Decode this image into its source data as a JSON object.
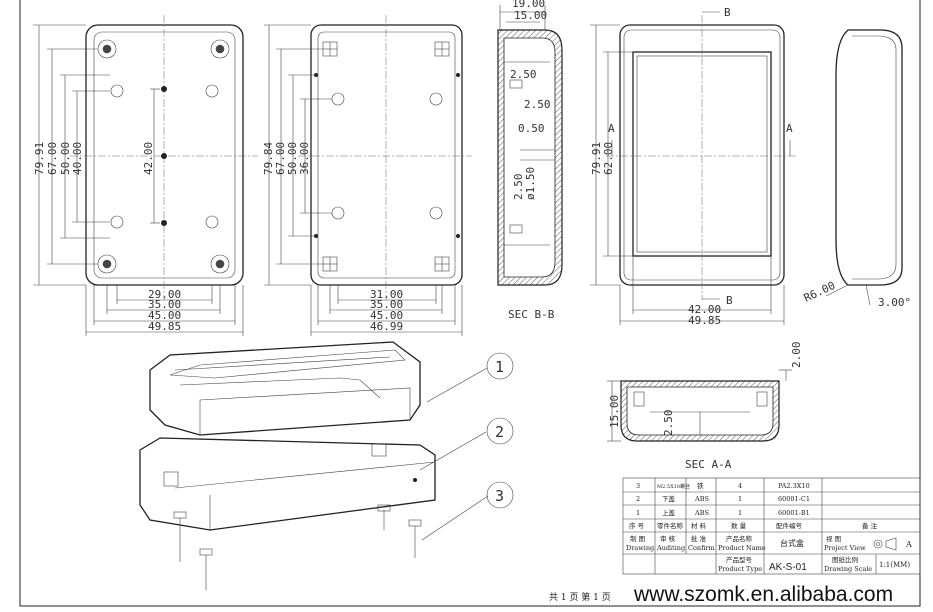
{
  "top_view": {
    "heights": [
      "79.91",
      "67.00",
      "50.00",
      "40.00"
    ],
    "hole_spacing": "42.00",
    "widths": [
      "29.00",
      "35.00",
      "45.00",
      "49.85"
    ]
  },
  "bottom_view": {
    "heights": [
      "79.84",
      "67.00",
      "50.00",
      "36.00"
    ],
    "widths": [
      "31.00",
      "35.00",
      "45.00",
      "46.99"
    ]
  },
  "section_bb": {
    "top": [
      "19.00",
      "15.00"
    ],
    "labels": [
      "2.50",
      "2.50",
      "0.50",
      "2.50",
      "ø1.50"
    ],
    "title": "SEC B-B"
  },
  "front_view": {
    "heights": [
      "79.91",
      "62.00"
    ],
    "widths": [
      "42.00",
      "49.85"
    ],
    "marker_a": "A",
    "marker_b": "B"
  },
  "side_view": {
    "radius": "R6.00",
    "angle": "3.00°"
  },
  "section_aa": {
    "wall": "2.00",
    "height": "15.00",
    "inner": "2.50",
    "title": "SEC A-A"
  },
  "balloons": [
    "1",
    "2",
    "3"
  ],
  "bom": {
    "rows": [
      {
        "no": "3",
        "name": "M2.5X10螺丝",
        "material": "铁",
        "qty": "4",
        "part": "PA2.3X10"
      },
      {
        "no": "2",
        "name": "下盖",
        "material": "ABS",
        "qty": "1",
        "part": "60001-C1"
      },
      {
        "no": "1",
        "name": "上盖",
        "material": "ABS",
        "qty": "1",
        "part": "60001-B1"
      }
    ],
    "header": {
      "no": "序 号",
      "name": "零件名称",
      "material": "材 料",
      "qty": "数 量",
      "part": "配件编号",
      "note": "备 注"
    }
  },
  "title_block": {
    "drawing_cn": "制 图",
    "drawing_en": "Drawing",
    "audit_cn": "审 核",
    "audit_en": "Auditing",
    "confirm_cn": "批 准",
    "confirm_en": "Confirm",
    "pname_cn": "产品名称",
    "pname_en": "Product Name",
    "pname_value": "台式盒",
    "ptype_cn": "产品型号",
    "ptype_en": "Product Type",
    "ptype_value": "AK-S-01",
    "view_cn": "视 图",
    "view_en": "Project View",
    "view_value": "A",
    "scale_cn": "图纸比例",
    "scale_en": "Drawing Scale",
    "scale_value": "1:1(MM)"
  },
  "footer": {
    "pages": "共 1 页  第 1 页",
    "watermark": "www.szomk.en.alibaba.com"
  }
}
